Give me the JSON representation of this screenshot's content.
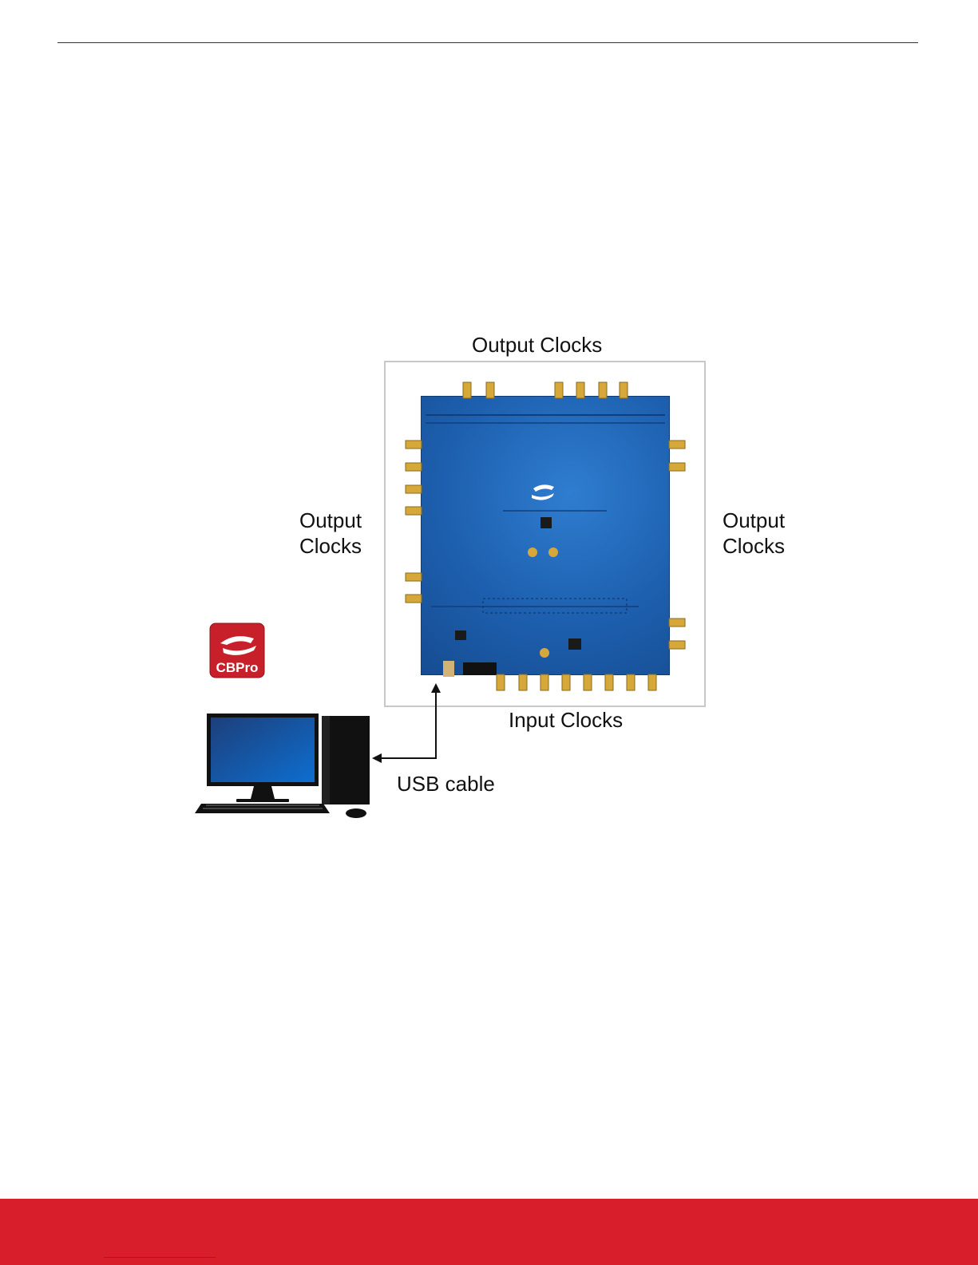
{
  "labels": {
    "top": "Output Clocks",
    "left_line1": "Output",
    "left_line2": "Clocks",
    "right_line1": "Output",
    "right_line2": "Clocks",
    "bottom": "Input Clocks",
    "cable": "USB cable"
  },
  "logo": {
    "text": "CBPro"
  },
  "colors": {
    "brand_red": "#d81e2a",
    "pcb_blue": "#1d5fae",
    "connector_gold": "#d6a83a"
  }
}
